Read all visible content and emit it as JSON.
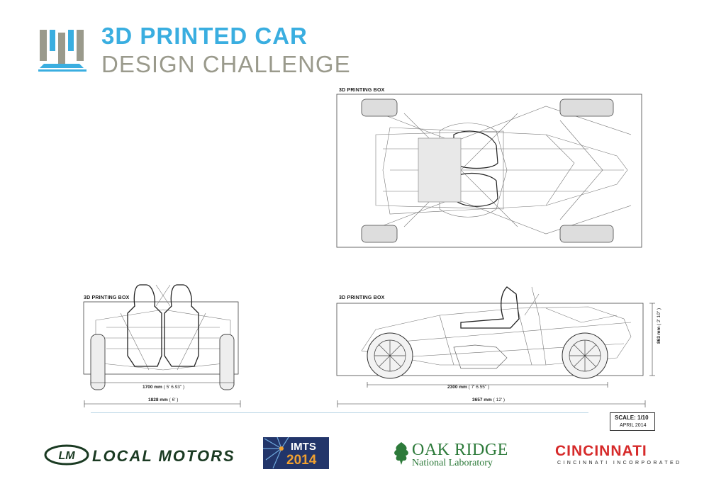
{
  "header": {
    "title_line1": "3D PRINTED CAR",
    "title_line2": "DESIGN CHALLENGE"
  },
  "views": {
    "top": {
      "box_label": "3D PRINTING BOX"
    },
    "front": {
      "box_label": "3D PRINTING BOX",
      "inner_dim_mm": "1700 mm",
      "inner_dim_ft": "( 5' 6.93\" )",
      "outer_dim_mm": "1828 mm",
      "outer_dim_ft": "( 6' )"
    },
    "side": {
      "box_label": "3D PRINTING BOX",
      "inner_dim_mm": "2300 mm",
      "inner_dim_ft": "( 7' 6.55\" )",
      "outer_dim_mm": "3657 mm",
      "outer_dim_ft": "( 12' )",
      "height_dim_mm": "863 mm",
      "height_dim_ft": "( 2' 10\" )"
    }
  },
  "scale": {
    "label": "SCALE: 1/10",
    "date": "APRIL 2014"
  },
  "sponsors": {
    "local_motors": "LOCAL MOTORS",
    "local_motors_mark": "LM",
    "imts_top": "IMTS",
    "imts_year": "2014",
    "oak_ridge_line1": "OAK RIDGE",
    "oak_ridge_line2": "National Laboratory",
    "cincinnati_line1": "CINCINNATI",
    "cincinnati_line2": "CINCINNATI INCORPORATED"
  },
  "colors": {
    "accent_blue": "#3aaee0",
    "title_gray": "#9a9a8c",
    "lm_green": "#1a3a22",
    "imts_navy": "#22356a",
    "oak_green": "#2d7a3a",
    "cincinnati_red": "#d62a2a"
  }
}
